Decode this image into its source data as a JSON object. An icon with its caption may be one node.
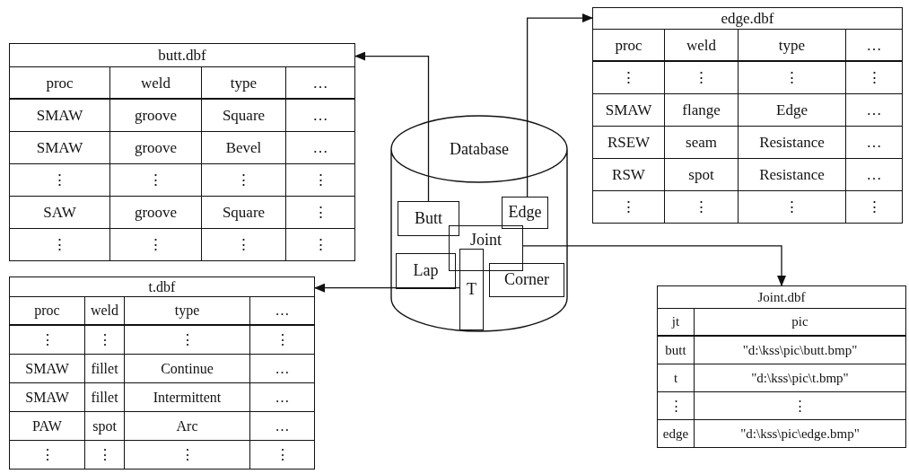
{
  "diagram": {
    "nodes": [
      {
        "text": [
          "butt.dbf",
          "proc",
          "weld",
          "type",
          "…",
          "SMAW",
          "groove",
          "Square",
          "…",
          "SMAW",
          "groove",
          "Bevel",
          "…",
          "⋮",
          "⋮",
          "⋮",
          "⋮",
          "SAW",
          "groove",
          "Square",
          "⋮",
          "⋮",
          "⋮",
          "⋮",
          "⋮"
        ]
      },
      {
        "text": [
          "edge.dbf",
          "proc",
          "weld",
          "type",
          "…",
          "⋮",
          "⋮",
          "⋮",
          "⋮",
          "SMAW",
          "flange",
          "Edge",
          "…",
          "RSEW",
          "seam",
          "Resistance",
          "…",
          "RSW",
          "spot",
          "Resistance",
          "…",
          "⋮",
          "⋮",
          "⋮",
          "⋮"
        ]
      },
      {
        "text": [
          "Database"
        ]
      },
      {
        "text": [
          "Butt"
        ],
        "in": 2
      },
      {
        "text": [
          "Edge"
        ],
        "in": 2
      },
      {
        "text": [
          "Joint"
        ],
        "in": 2
      },
      {
        "text": [
          "Lap"
        ],
        "in": 2
      },
      {
        "text": [
          "T"
        ],
        "in": 2
      },
      {
        "text": [
          "Corner"
        ],
        "in": 2
      },
      {
        "text": [
          "t.dbf",
          "proc",
          "weld",
          "type",
          "…",
          "⋮",
          "⋮",
          "⋮",
          "⋮",
          "SMAW",
          "fillet",
          "Continue",
          "…",
          "SMAW",
          "fillet",
          "Intermittent",
          "…",
          "PAW",
          "spot",
          "Arc",
          "…",
          "⋮",
          "⋮",
          "⋮",
          "⋮"
        ]
      },
      {
        "text": [
          "Joint.dbf",
          "jt",
          "pic",
          "butt",
          "\"d:\\kss\\pic\\butt.bmp\"",
          "t",
          "\"d:\\kss\\pic\\t.bmp\"",
          "⋮",
          "⋮",
          "edge",
          "\"d:\\kss\\pic\\edge.bmp\""
        ]
      }
    ],
    "edges": [
      {
        "from": 3,
        "to": 0,
        "arrow": "to"
      },
      {
        "from": 4,
        "to": 1,
        "arrow": "to"
      },
      {
        "from": 7,
        "to": 9,
        "arrow": "to"
      },
      {
        "from": 5,
        "to": 10,
        "arrow": "to"
      }
    ]
  }
}
